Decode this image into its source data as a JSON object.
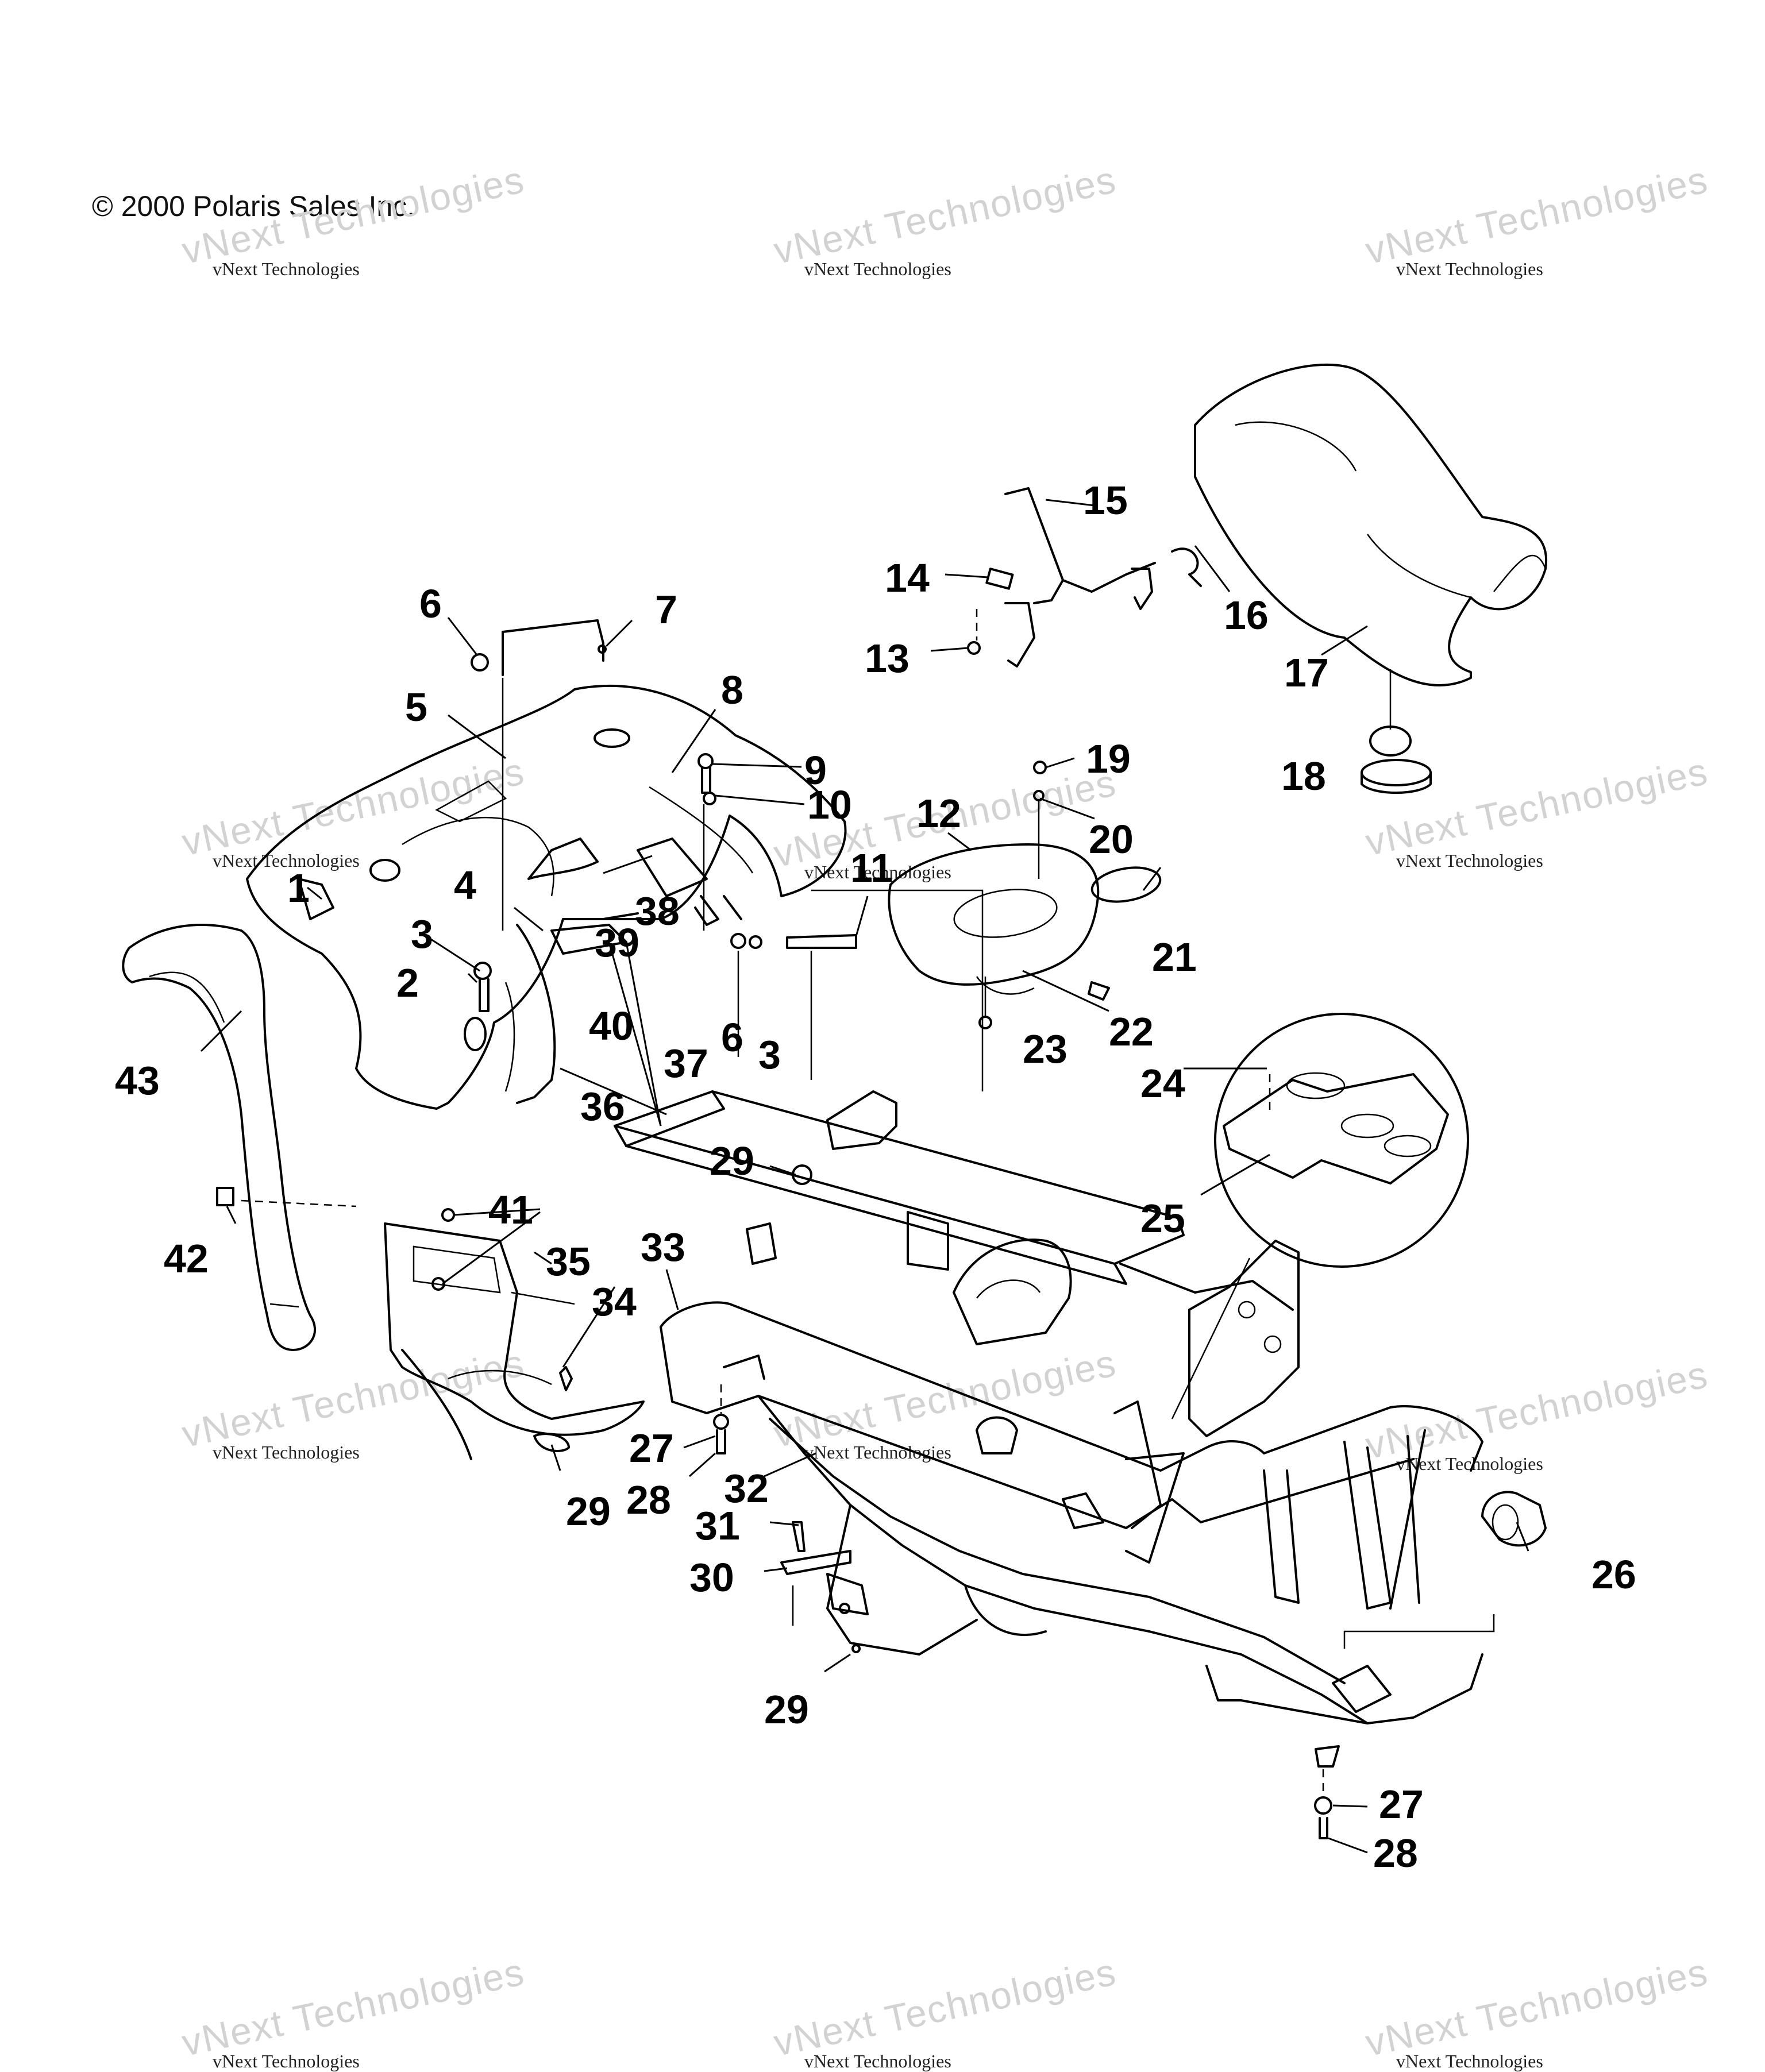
{
  "copyright": "© 2000 Polaris Sales Inc.",
  "watermark": {
    "line1": "vNext Technologies",
    "line2": "vNext Technologies"
  },
  "callouts": [
    {
      "id": "c1",
      "label": "1"
    },
    {
      "id": "c2",
      "label": "2"
    },
    {
      "id": "c3a",
      "label": "3"
    },
    {
      "id": "c3b",
      "label": "3"
    },
    {
      "id": "c4",
      "label": "4"
    },
    {
      "id": "c5",
      "label": "5"
    },
    {
      "id": "c6a",
      "label": "6"
    },
    {
      "id": "c6b",
      "label": "6"
    },
    {
      "id": "c7",
      "label": "7"
    },
    {
      "id": "c8",
      "label": "8"
    },
    {
      "id": "c9",
      "label": "9"
    },
    {
      "id": "c10",
      "label": "10"
    },
    {
      "id": "c11",
      "label": "11"
    },
    {
      "id": "c12",
      "label": "12"
    },
    {
      "id": "c13",
      "label": "13"
    },
    {
      "id": "c14",
      "label": "14"
    },
    {
      "id": "c15",
      "label": "15"
    },
    {
      "id": "c16",
      "label": "16"
    },
    {
      "id": "c17",
      "label": "17"
    },
    {
      "id": "c18",
      "label": "18"
    },
    {
      "id": "c19",
      "label": "19"
    },
    {
      "id": "c20",
      "label": "20"
    },
    {
      "id": "c21",
      "label": "21"
    },
    {
      "id": "c22",
      "label": "22"
    },
    {
      "id": "c23",
      "label": "23"
    },
    {
      "id": "c24",
      "label": "24"
    },
    {
      "id": "c25",
      "label": "25"
    },
    {
      "id": "c26",
      "label": "26"
    },
    {
      "id": "c27a",
      "label": "27"
    },
    {
      "id": "c27b",
      "label": "27"
    },
    {
      "id": "c28a",
      "label": "28"
    },
    {
      "id": "c28b",
      "label": "28"
    },
    {
      "id": "c29a",
      "label": "29"
    },
    {
      "id": "c29b",
      "label": "29"
    },
    {
      "id": "c29c",
      "label": "29"
    },
    {
      "id": "c30",
      "label": "30"
    },
    {
      "id": "c31",
      "label": "31"
    },
    {
      "id": "c32",
      "label": "32"
    },
    {
      "id": "c33",
      "label": "33"
    },
    {
      "id": "c34",
      "label": "34"
    },
    {
      "id": "c35",
      "label": "35"
    },
    {
      "id": "c36",
      "label": "36"
    },
    {
      "id": "c37",
      "label": "37"
    },
    {
      "id": "c38",
      "label": "38"
    },
    {
      "id": "c39",
      "label": "39"
    },
    {
      "id": "c40",
      "label": "40"
    },
    {
      "id": "c41",
      "label": "41"
    },
    {
      "id": "c42",
      "label": "42"
    },
    {
      "id": "c43",
      "label": "43"
    }
  ]
}
